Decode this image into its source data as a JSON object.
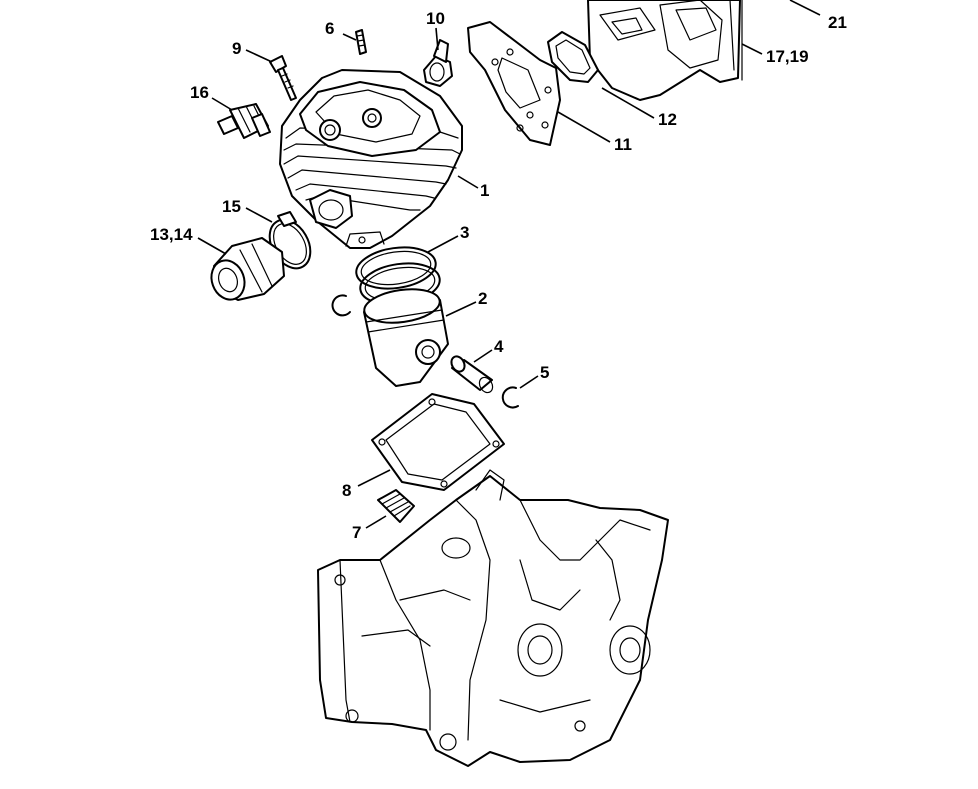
{
  "callouts": {
    "c1": "1",
    "c2": "2",
    "c3": "3",
    "c4": "4",
    "c5": "5",
    "c6": "6",
    "c7": "7",
    "c8": "8",
    "c9": "9",
    "c10": "10",
    "c11": "11",
    "c12": "12",
    "c13_14": "13,14",
    "c15": "15",
    "c16": "16",
    "c17_19": "17,19",
    "c21": "21"
  }
}
